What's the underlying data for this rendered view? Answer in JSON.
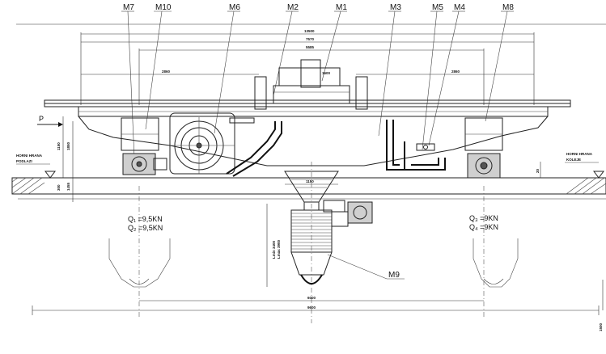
{
  "components": {
    "M7": "M7",
    "M10": "M10",
    "M6": "M6",
    "M2": "M2",
    "M1": "M1",
    "M3": "M3",
    "M5": "M5",
    "M4": "M4",
    "M8": "M8",
    "M9": "M9"
  },
  "dimensions": {
    "overall_top": "13500",
    "rail_span": "7570",
    "inner_span": "5585",
    "left_bay": "2860",
    "right_bay": "2860",
    "hopper_top": "1600",
    "base_width": "6000",
    "base_total": "9600",
    "left_h1": "1150",
    "left_h2": "1850",
    "left_h3": "300",
    "left_h4": "1455",
    "chute_w": "1150",
    "tower_h1": "Lmin 3400",
    "tower_h2": "Lmax 3900",
    "right_level": "20",
    "edge_right": "1500"
  },
  "notes": {
    "floor_left_1": "HORNI HRANA",
    "floor_left_2": "PODLAZI",
    "floor_right_1": "HORNI HRANA",
    "floor_right_2": "KOLEJE",
    "direction": "P"
  },
  "loads": {
    "left_1": "Q₁ =9,5KN",
    "left_2": "Q₂ =9,5KN",
    "right_1": "Q₃ =9KN",
    "right_2": "Q₄ =9KN"
  }
}
